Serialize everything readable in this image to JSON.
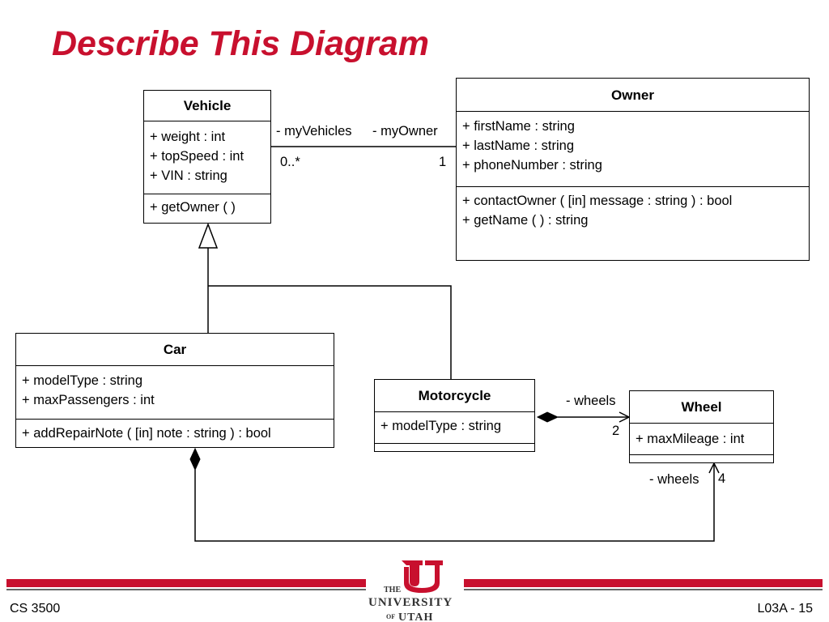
{
  "slide": {
    "title": "Describe This Diagram",
    "course": "CS 3500",
    "slide_number": "L03A - 15",
    "logo": {
      "line1": "THE",
      "line2": "UNIVERSITY",
      "line3": "OF",
      "line4": "UTAH",
      "red": "#c8102e"
    }
  },
  "colors": {
    "accent": "#c8102e",
    "line": "#000000"
  },
  "classes": {
    "vehicle": {
      "name": "Vehicle",
      "attributes": [
        "+ weight : int",
        "+ topSpeed : int",
        "+ VIN : string"
      ],
      "operations": [
        "+ getOwner (   )"
      ]
    },
    "owner": {
      "name": "Owner",
      "attributes": [
        "+ firstName : string",
        "+ lastName : string",
        "+ phoneNumber : string"
      ],
      "operations": [
        "+ contactOwner ( [in] message : string ) : bool",
        "+ getName (   ) : string"
      ]
    },
    "car": {
      "name": "Car",
      "attributes": [
        "+ modelType : string",
        "+ maxPassengers : int"
      ],
      "operations": [
        "+ addRepairNote ( [in] note : string ) : bool"
      ]
    },
    "motorcycle": {
      "name": "Motorcycle",
      "attributes": [
        "+ modelType : string"
      ],
      "operations": []
    },
    "wheel": {
      "name": "Wheel",
      "attributes": [
        "+ maxMileage : int"
      ],
      "operations": []
    }
  },
  "associations": {
    "vehicle_owner": {
      "role_vehicle": "- myVehicles",
      "role_owner": "- myOwner",
      "mult_vehicle": "0..*",
      "mult_owner": "1"
    },
    "motorcycle_wheel": {
      "role": "- wheels",
      "mult": "2"
    },
    "car_wheel": {
      "role": "- wheels",
      "mult": "4"
    }
  }
}
